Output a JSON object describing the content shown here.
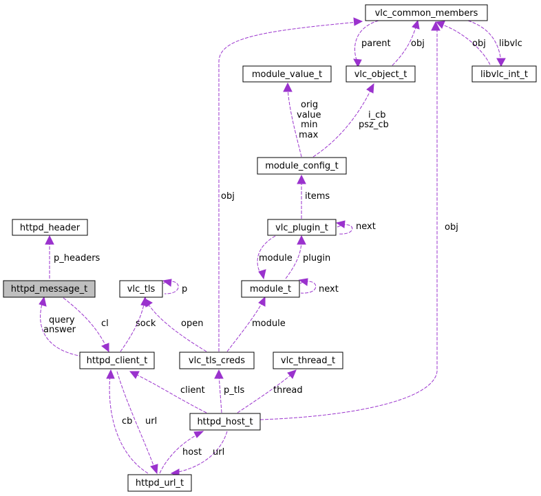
{
  "colors": {
    "edge": "#9a32cd",
    "node_fill": "#ffffff",
    "node_highlight_fill": "#bfbfbf",
    "node_border": "#000000"
  },
  "nodes": {
    "vlc_common_members": "vlc_common_members",
    "module_value_t": "module_value_t",
    "vlc_object_t": "vlc_object_t",
    "libvlc_int_t": "libvlc_int_t",
    "module_config_t": "module_config_t",
    "vlc_plugin_t": "vlc_plugin_t",
    "httpd_header": "httpd_header",
    "httpd_message_t": "httpd_message_t",
    "vlc_tls": "vlc_tls",
    "module_t": "module_t",
    "httpd_client_t": "httpd_client_t",
    "vlc_tls_creds": "vlc_tls_creds",
    "vlc_thread_t": "vlc_thread_t",
    "httpd_host_t": "httpd_host_t",
    "httpd_url_t": "httpd_url_t"
  },
  "labels": {
    "parent": "parent",
    "obj": "obj",
    "libvlc": "libvlc",
    "orig": "orig",
    "value": "value",
    "min": "min",
    "max": "max",
    "i_cb": "i_cb",
    "psz_cb": "psz_cb",
    "items": "items",
    "next": "next",
    "module": "module",
    "plugin": "plugin",
    "p_headers": "p_headers",
    "p": "p",
    "query": "query",
    "answer": "answer",
    "cl": "cl",
    "sock": "sock",
    "open": "open",
    "client": "client",
    "p_tls": "p_tls",
    "thread": "thread",
    "cb": "cb",
    "url": "url",
    "host": "host"
  }
}
